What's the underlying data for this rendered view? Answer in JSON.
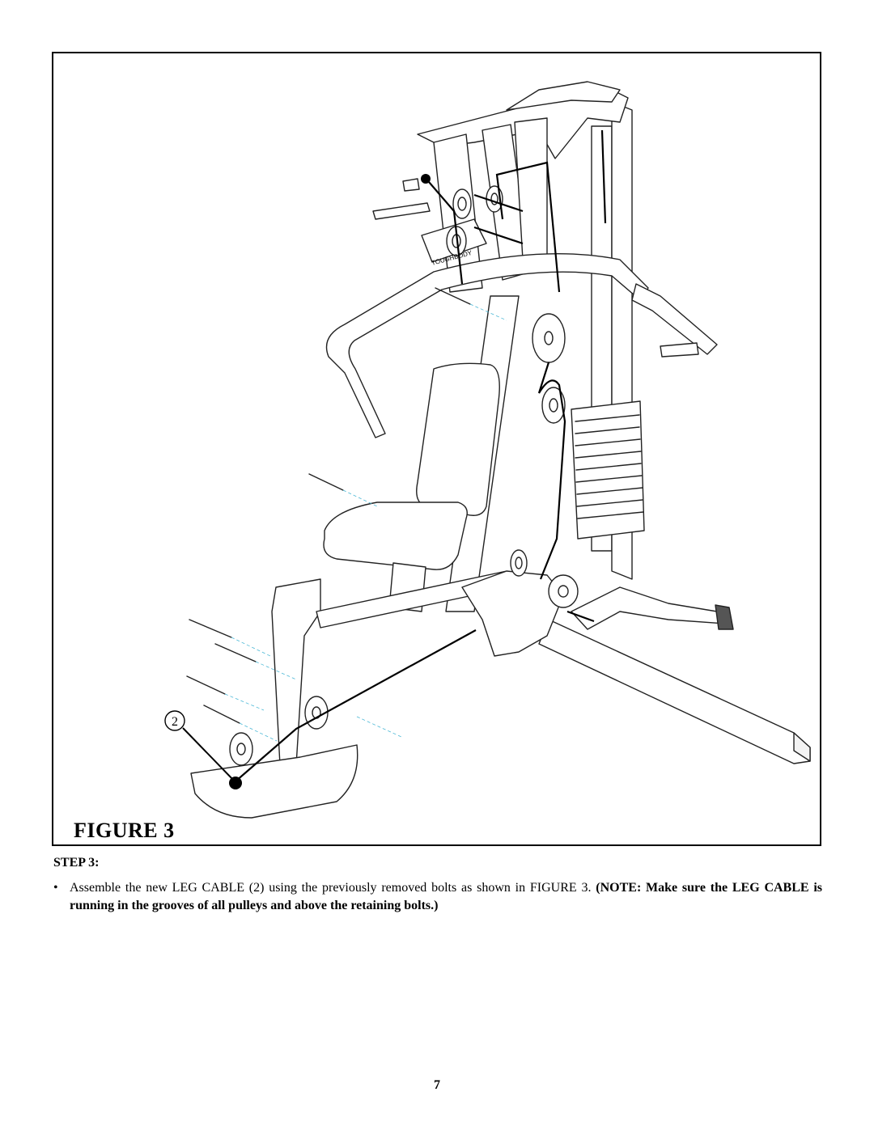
{
  "figure": {
    "caption": "FIGURE 3",
    "part_callout": "2",
    "brand_mark": "TOUGHBODY"
  },
  "step": {
    "heading": "STEP 3:",
    "bullet": "•",
    "text": "Assemble the new LEG CABLE (2) using the previously removed bolts as shown in FIGURE 3.",
    "note": "(NOTE: Make sure the LEG CABLE is running in the grooves of all pulleys and above the retaining bolts.)"
  },
  "page_number": "7"
}
